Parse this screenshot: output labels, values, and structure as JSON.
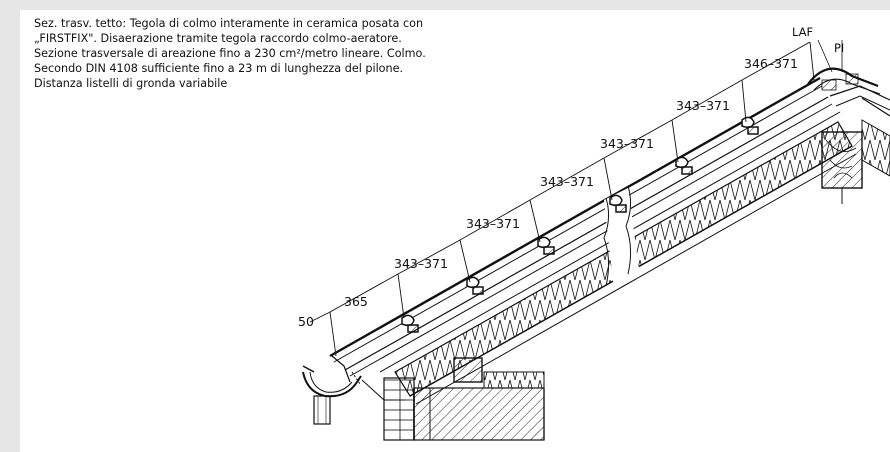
{
  "caption": {
    "lines": [
      "Sez. trasv. tetto: Tegola di colmo interamente in ceramica posata con",
      "„FIRSTFIX\". Disaerazione tramite tegola raccordo colmo-aeratore.",
      "Sezione trasversale di areazione fino a 230 cm²/metro lineare. Colmo.",
      "Secondo DIN 4108 sufficiente fino a 23 m di lunghezza del pilone.",
      "Distanza listelli di gronda variabile"
    ]
  },
  "dimensions": {
    "eave_overhang": "50",
    "first_batten": "365",
    "batten_spacing": [
      "343–371",
      "343–371",
      "343–371",
      "343–371",
      "343–371"
    ],
    "top_batten": "346–371",
    "laf": "LAF",
    "pi": "PI"
  },
  "colors": {
    "line": "#111111",
    "background": "#ffffff",
    "frame": "#e6e6e6"
  }
}
